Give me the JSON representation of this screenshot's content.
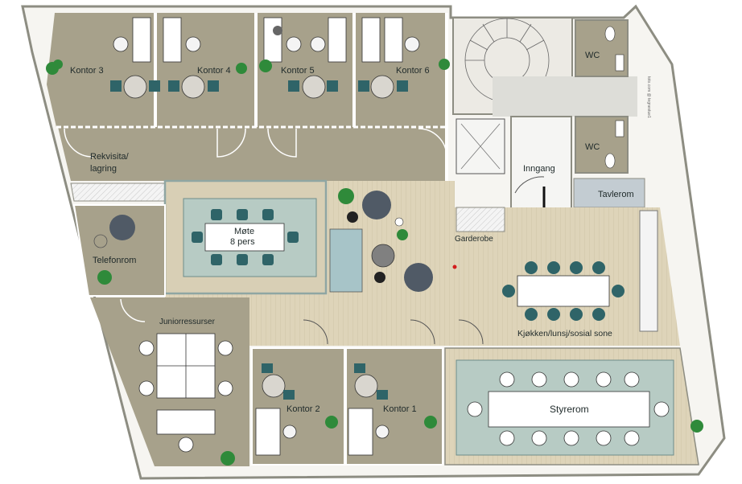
{
  "rooms": {
    "kontor3": "Kontor 3",
    "kontor4": "Kontor 4",
    "kontor5": "Kontor 5",
    "kontor6": "Kontor 6",
    "wc_top": "WC",
    "wc_bottom": "WC",
    "rekvisita": "Rekvisita/",
    "lagring": "lagring",
    "mote_line1": "Møte",
    "mote_line2": "8 pers",
    "inngang": "Inngang",
    "tavlerom": "Tavlerom",
    "garderobe": "Garderobe",
    "telefonrom": "Telefonrom",
    "juniorressurser": "Juniorressurser",
    "kjokken": "Kjøkken/lunsj/sosial sone",
    "kontor2": "Kontor 2",
    "kontor1": "Kontor 1",
    "styrerom": "Styrerom"
  },
  "credit": "toto.com @ tegnestue1",
  "colors": {
    "wall": "#9a9a8a",
    "floor_office": "#a6a08a",
    "floor_wood": "#ddd3b8",
    "floor_light": "#f3f1ec",
    "rug": "#b7cbc4",
    "chair_teal": "#2f6468",
    "sofa": "#a7c4c8",
    "armchair": "#505a66",
    "plant": "#2f8a3a",
    "tavlerom": "#c3ccd2"
  }
}
